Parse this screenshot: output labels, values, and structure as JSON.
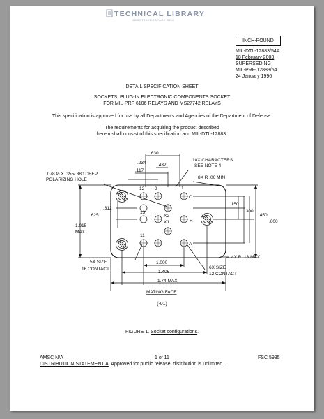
{
  "watermark": {
    "title": "TECHNICAL LIBRARY",
    "url": "ABBOTTAEROSPACE.COM"
  },
  "header": {
    "inch_pound": "INCH-POUND",
    "doc_number": "MIL-DTL-12883/54A",
    "doc_date": "18 February 2003",
    "superseding": "SUPERSEDING",
    "superseded_number": "MIL-PRF-12883/54",
    "superseded_date": "24 January 1996"
  },
  "body": {
    "sheet_title": "DETAIL SPECIFICATION SHEET",
    "title_line1": "SOCKETS, PLUG-IN ELECTRONIC COMPONENTS SOCKET",
    "title_line2": "FOR MIL-PRF 6106 RELAYS AND MS27742 RELAYS",
    "approval": "This specification is approved for use by all Departments and Agencies of the Department of Defense.",
    "req_line1": "The requirements for acquiring the product described",
    "req_line2": "herein shall consist of this specification and MIL-DTL-12883."
  },
  "drawing": {
    "dim_630": ".630",
    "dim_234": ".234",
    "dim_432": ".432",
    "dim_117": ".117",
    "note_10x": "10X CHARACTERS",
    "note_see4": "SEE NOTE 4",
    "radius_8x": "8X R .06 MIN",
    "hole_line1": ".078 Ø X .355/.380 DEEP",
    "hole_line2": "POLARIZING HOLE",
    "dim_312": ".312",
    "dim_625": ".625",
    "dim_1015": "1.015",
    "dim_max": "MAX",
    "dim_150": ".150",
    "dim_300": ".300",
    "dim_450": ".450",
    "dim_600": ".600",
    "radius_4x": "4X R .18 MAX",
    "dim_1000": "1.000",
    "dim_1406": "1.406",
    "dim_174": "1.74 MAX",
    "size5x": "5X SIZE",
    "contact16": "16 CONTACT",
    "size6x": "6X SIZE",
    "contact12": "12 CONTACT",
    "mating_face": "MATING FACE",
    "c12": "12",
    "c2": "2",
    "c1": "1",
    "cC": "C",
    "c13": "13",
    "cX2": "X2",
    "cX1": "X1",
    "cR": "R",
    "c11": "11",
    "cA": "A"
  },
  "figure": {
    "view": "(-01)",
    "caption_prefix": "FIGURE 1.",
    "caption_text": "Socket configurations",
    "caption_period": "."
  },
  "footer": {
    "amsc": "AMSC N/A",
    "page": "1 of 11",
    "fsc": "FSC 5935",
    "dist_label": "DISTRIBUTION STATEMENT A",
    "dist_text": ". Approved for public release; distribution is unlimited."
  }
}
